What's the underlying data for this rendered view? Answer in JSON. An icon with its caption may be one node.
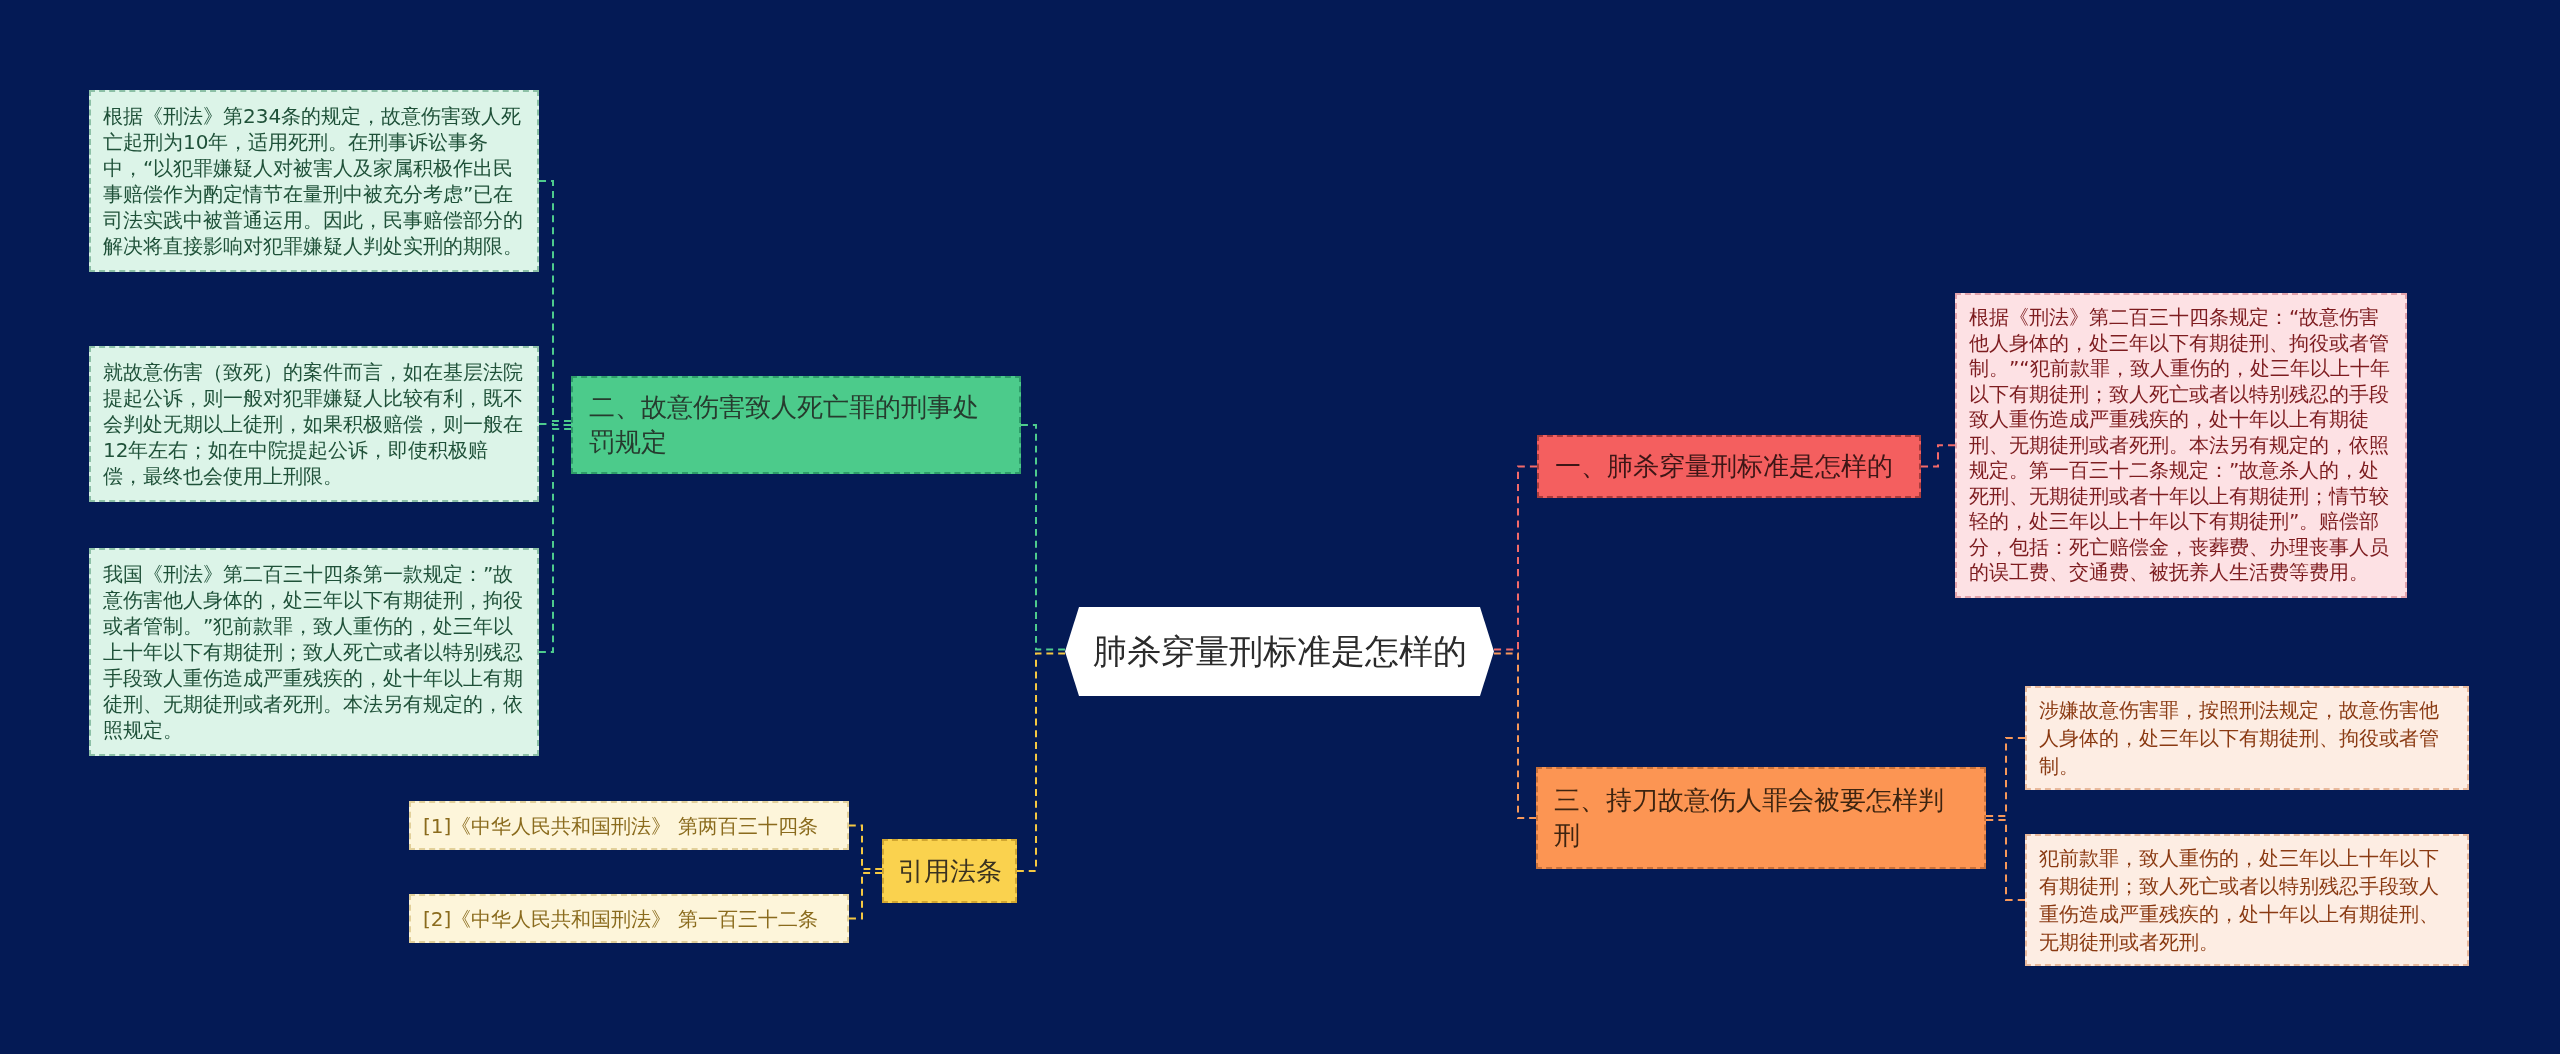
{
  "diagram": {
    "nodes": [
      {
        "text": [
          "肺杀穿量刑标准是怎样的"
        ]
      },
      {
        "text": [
          "二、故意伤害致人死亡罪的刑事处罚规定"
        ]
      },
      {
        "text": [
          "根据《刑法》第234条的规定，故意伤害致人死亡起刑为10年，适用死刑。在刑事诉讼事务中，“以犯罪嫌疑人对被害人及家属积极作出民事赔偿作为酌定情节在量刑中被充分考虑”已在司法实践中被普通运用。因此，民事赔偿部分的解决将直接影响对犯罪嫌疑人判处实刑的期限。"
        ]
      },
      {
        "text": [
          "就故意伤害（致死）的案件而言，如在基层法院提起公诉，则一般对犯罪嫌疑人比较有利，既不会判处无期以上徒刑，如果积极赔偿，则一般在12年左右；如在中院提起公诉，即使积极赔偿，最终也会使用上刑限。"
        ]
      },
      {
        "text": [
          "我国《刑法》第二百三十四条第一款规定：”故意伤害他人身体的，处三年以下有期徒刑，拘役或者管制。”犯前款罪，致人重伤的，处三年以上十年以下有期徒刑；致人死亡或者以特别残忍手段致人重伤造成严重残疾的，处十年以上有期徒刑、无期徒刑或者死刑。本法另有规定的，依照规定。"
        ]
      },
      {
        "text": [
          "引用法条"
        ]
      },
      {
        "text": [
          "[1]《中华人民共和国刑法》 第两百三十四条"
        ]
      },
      {
        "text": [
          "[2]《中华人民共和国刑法》 第一百三十二条"
        ]
      },
      {
        "text": [
          "一、肺杀穿量刑标准是怎样的"
        ]
      },
      {
        "text": [
          "根据《刑法》第二百三十四条规定：“故意伤害他人身体的，处三年以下有期徒刑、拘役或者管制。”“犯前款罪，致人重伤的，处三年以上十年以下有期徒刑；致人死亡或者以特别残忍的手段致人重伤造成严重残疾的，处十年以上有期徒刑、无期徒刑或者死刑。本法另有规定的，依照规定。第一百三十二条规定：”故意杀人的，处死刑、无期徒刑或者十年以上有期徒刑；情节较轻的，处三年以上十年以下有期徒刑”。赔偿部分，包括：死亡赔偿金，丧葬费、办理丧事人员的误工费、交通费、被抚养人生活费等费用。"
        ]
      },
      {
        "text": [
          "三、持刀故意伤人罪会被要怎样判刑"
        ]
      },
      {
        "text": [
          "涉嫌故意伤害罪，按照刑法规定，故意伤害他人身体的，处三年以下有期徒刑、拘役或者管制。"
        ]
      },
      {
        "text": [
          "犯前款罪，致人重伤的，处三年以上十年以下有期徒刑；致人死亡或者以特别残忍手段致人重伤造成严重残疾的，处十年以上有期徒刑、无期徒刑或者死刑。"
        ]
      }
    ],
    "edges": [
      {
        "from": 0,
        "to": 1,
        "arrow": "none",
        "style": "dashed",
        "color": "#4ecb8d"
      },
      {
        "from": 1,
        "to": 2,
        "arrow": "none",
        "style": "dashed",
        "color": "#4ecb8d"
      },
      {
        "from": 1,
        "to": 3,
        "arrow": "none",
        "style": "dashed",
        "color": "#4ecb8d"
      },
      {
        "from": 1,
        "to": 4,
        "arrow": "none",
        "style": "dashed",
        "color": "#4ecb8d"
      },
      {
        "from": 0,
        "to": 5,
        "arrow": "none",
        "style": "dashed",
        "color": "#f5c842"
      },
      {
        "from": 5,
        "to": 6,
        "arrow": "none",
        "style": "dashed",
        "color": "#f5c842"
      },
      {
        "from": 5,
        "to": 7,
        "arrow": "none",
        "style": "dashed",
        "color": "#f5c842"
      },
      {
        "from": 0,
        "to": 8,
        "arrow": "none",
        "style": "dashed",
        "color": "#f36a6a"
      },
      {
        "from": 8,
        "to": 9,
        "arrow": "none",
        "style": "dashed",
        "color": "#f36a6a"
      },
      {
        "from": 0,
        "to": 10,
        "arrow": "none",
        "style": "dashed",
        "color": "#f7985a"
      },
      {
        "from": 10,
        "to": 11,
        "arrow": "none",
        "style": "dashed",
        "color": "#f7985a"
      },
      {
        "from": 10,
        "to": 12,
        "arrow": "none",
        "style": "dashed",
        "color": "#f7985a"
      }
    ]
  }
}
